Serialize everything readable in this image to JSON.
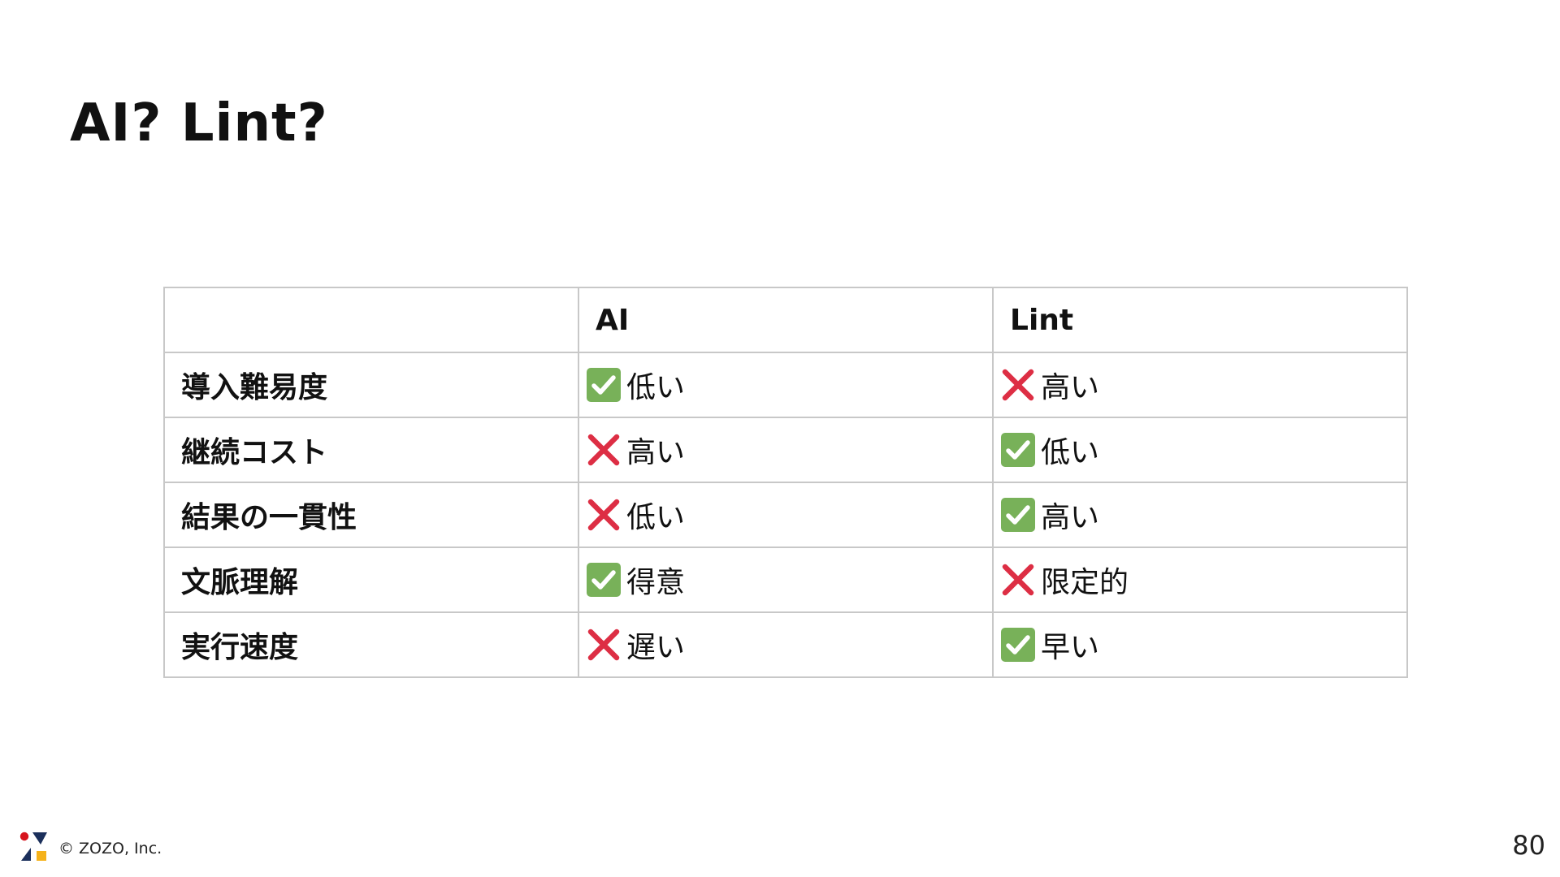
{
  "slide": {
    "title": "AI? Lint?",
    "page_number": "80",
    "footer_copyright": "© ZOZO, Inc."
  },
  "table": {
    "headers": [
      "",
      "AI",
      "Lint"
    ],
    "rows": [
      {
        "label": "導入難易度",
        "ai": {
          "mark": "check",
          "text": "低い"
        },
        "lint": {
          "mark": "cross",
          "text": "高い"
        }
      },
      {
        "label": "継続コスト",
        "ai": {
          "mark": "cross",
          "text": "高い"
        },
        "lint": {
          "mark": "check",
          "text": "低い"
        }
      },
      {
        "label": "結果の一貫性",
        "ai": {
          "mark": "cross",
          "text": "低い"
        },
        "lint": {
          "mark": "check",
          "text": "高い"
        }
      },
      {
        "label": "文脈理解",
        "ai": {
          "mark": "check",
          "text": "得意"
        },
        "lint": {
          "mark": "cross",
          "text": "限定的"
        }
      },
      {
        "label": "実行速度",
        "ai": {
          "mark": "cross",
          "text": "遅い"
        },
        "lint": {
          "mark": "check",
          "text": "早い"
        }
      }
    ]
  },
  "icons": {
    "check": "check-mark-button-icon",
    "cross": "cross-mark-icon"
  },
  "colors": {
    "check_bg": "#78b159",
    "cross": "#dd2e44",
    "border": "#c8c8c8",
    "logo_red": "#d7141d",
    "logo_navy": "#1b2f5b",
    "logo_yellow": "#f5b21b"
  }
}
